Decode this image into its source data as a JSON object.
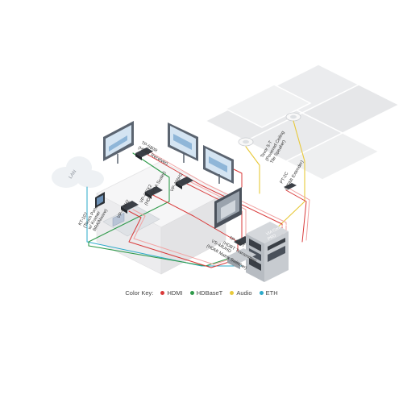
{
  "colors": {
    "hdmi": "#d93a3a",
    "hdbaset": "#2f9a4a",
    "audio": "#e8c93a",
    "eth": "#2aa9c9"
  },
  "labels": {
    "lan": "LAN",
    "tp580r_line1": "TP-580R",
    "tp580r_line2": "(HDBT Receiver)",
    "vp426h2_top": "VP-426H2",
    "vp427x2_line1": "VP-427X2",
    "vp427x2_line2": "(HDMI/VGA Scaler)",
    "vp426h2_left": "VP-426H2",
    "kt107_line1": "KT-107",
    "kt107_line2": "(Touch Panel",
    "kt107_line3": "w/ Kramer",
    "kt107_line4": "BRAINware)",
    "pt2c_line1": "PT-2C",
    "pt2c_line2": "(HDMI Extender)",
    "tavor_line1": "Tavor 5-T",
    "tavor_line2": "(Powered Ceiling",
    "tavor_line3": "Tile Speaker)",
    "tp580t_line1": "TP-580T",
    "tp580t_line2": "(HDBT Transmitter)",
    "vs44uhd_line1": "VS-44UHD",
    "vs44uhd_line2": "(HDMI Matrix Switcher)",
    "vxl_line1": "VIA Connect",
    "vxl_line2": "PRO"
  },
  "legend": {
    "title": "Color Key:",
    "items": [
      {
        "label": "HDMI",
        "color": "#d93a3a"
      },
      {
        "label": "HDBaseT",
        "color": "#2f9a4a"
      },
      {
        "label": "Audio",
        "color": "#e8c93a"
      },
      {
        "label": "ETH",
        "color": "#2aa9c9"
      }
    ]
  }
}
